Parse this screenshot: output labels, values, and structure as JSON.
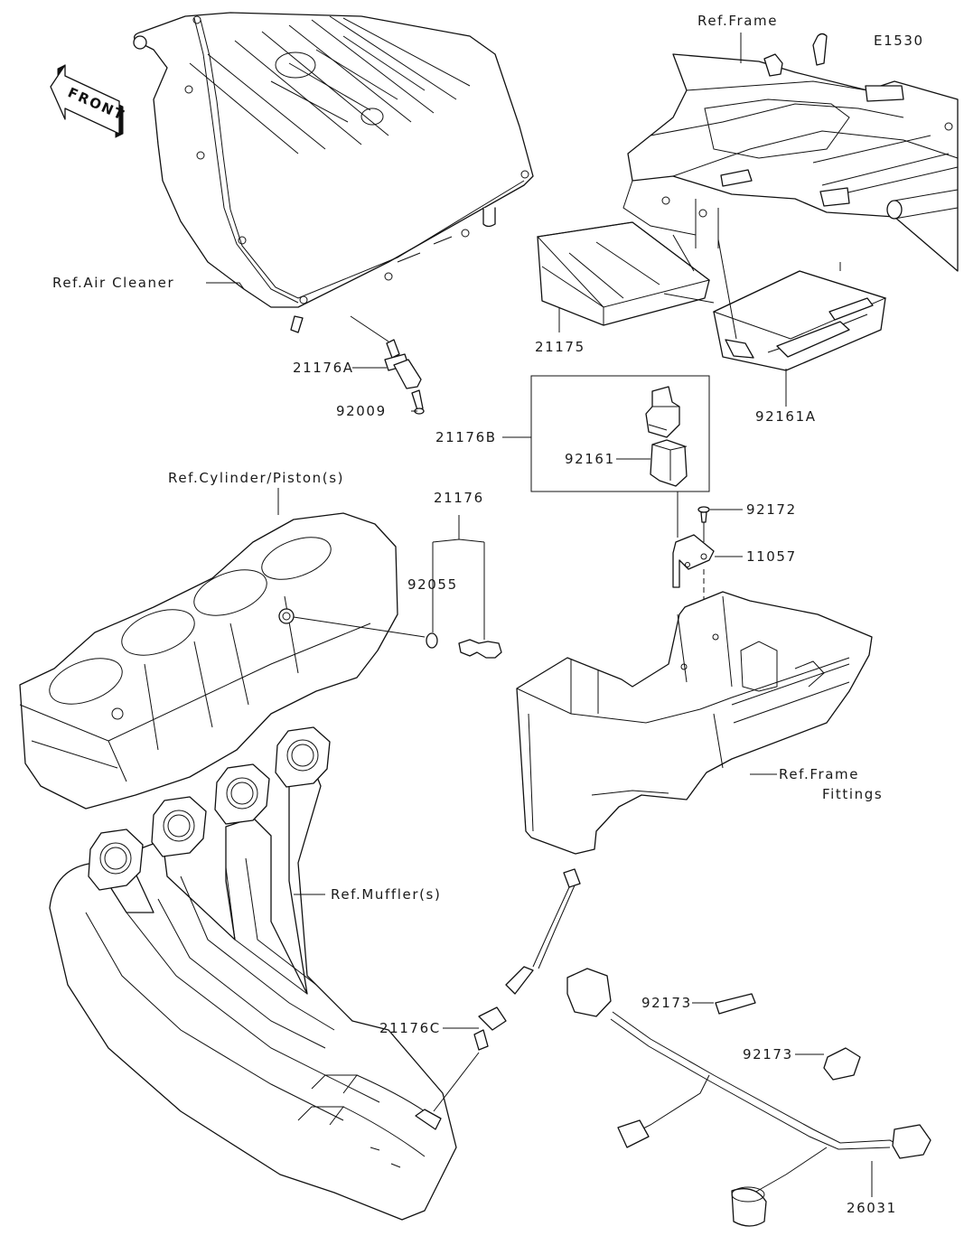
{
  "diagram": {
    "code": "E1530",
    "front_arrow": "FRONT",
    "references": {
      "frame": "Ref.Frame",
      "air_cleaner": "Ref.Air Cleaner",
      "cylinder": "Ref.Cylinder/Piston(s)",
      "frame_fittings_line1": "Ref.Frame",
      "frame_fittings_line2": "Fittings",
      "muffler": "Ref.Muffler(s)"
    },
    "parts": [
      {
        "id": "p21176A",
        "number": "21176A"
      },
      {
        "id": "p92009",
        "number": "92009"
      },
      {
        "id": "p21175",
        "number": "21175"
      },
      {
        "id": "p92161A",
        "number": "92161A"
      },
      {
        "id": "p21176B",
        "number": "21176B"
      },
      {
        "id": "p92161",
        "number": "92161"
      },
      {
        "id": "p92172",
        "number": "92172"
      },
      {
        "id": "p11057",
        "number": "11057"
      },
      {
        "id": "p21176",
        "number": "21176"
      },
      {
        "id": "p92055",
        "number": "92055"
      },
      {
        "id": "p21176C",
        "number": "21176C"
      },
      {
        "id": "p92173a",
        "number": "92173"
      },
      {
        "id": "p92173b",
        "number": "92173"
      },
      {
        "id": "p26031",
        "number": "26031"
      }
    ]
  }
}
